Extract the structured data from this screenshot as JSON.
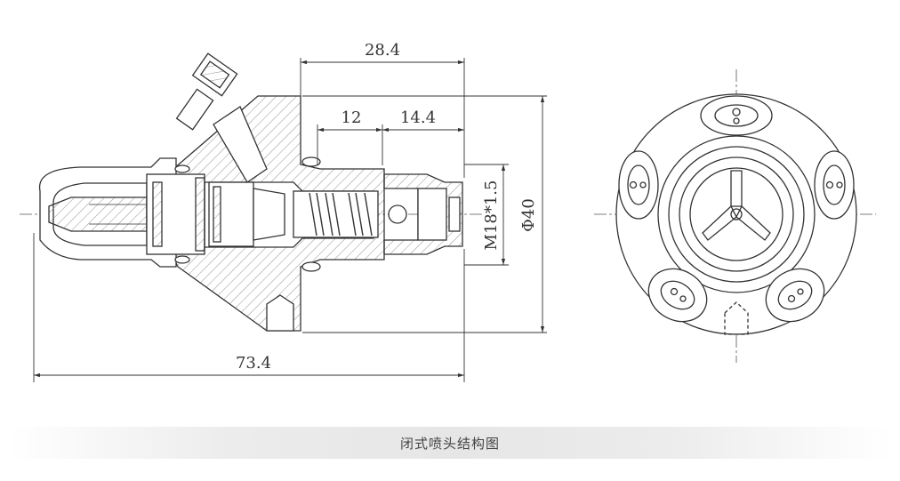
{
  "dimensions": {
    "overall_length": "73.4",
    "body_length": "28.4",
    "thread_length": "12",
    "tip_length": "14.4",
    "thread_spec": "M18*1.5",
    "diameter": "Φ40"
  },
  "caption": "闭式喷头结构图",
  "colors": {
    "line": "#333333",
    "hatch": "#555555",
    "caption_bg": "#e6e6e6"
  }
}
